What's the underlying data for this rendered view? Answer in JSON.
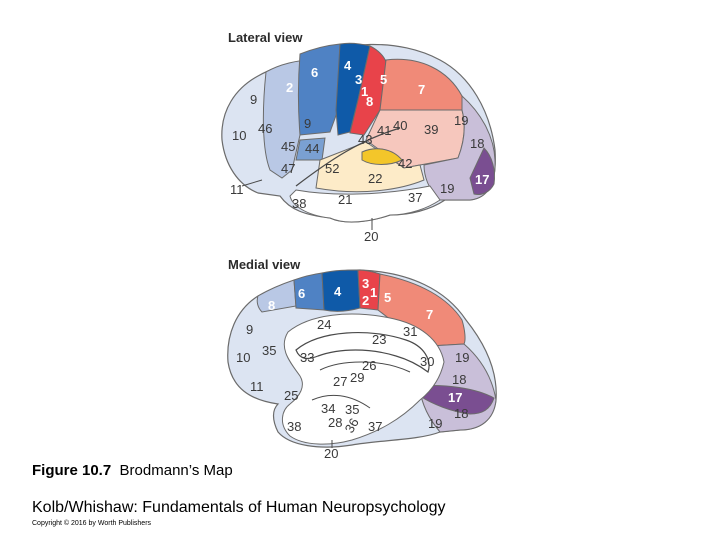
{
  "lateral": {
    "title": "Lateral view",
    "areas": [
      "4",
      "6",
      "3",
      "5",
      "1",
      "2",
      "8",
      "7",
      "9",
      "9",
      "40",
      "43",
      "41",
      "39",
      "19",
      "46",
      "10",
      "45",
      "44",
      "18",
      "42",
      "47",
      "52",
      "22",
      "17",
      "11",
      "21",
      "37",
      "38",
      "19",
      "20"
    ]
  },
  "medial": {
    "title": "Medial view",
    "areas": [
      "3",
      "6",
      "4",
      "1",
      "8",
      "2",
      "5",
      "24",
      "7",
      "31",
      "23",
      "9",
      "10",
      "35",
      "33",
      "26",
      "30",
      "19",
      "29",
      "27",
      "18",
      "11",
      "17",
      "25",
      "34",
      "35",
      "28",
      "38",
      "37",
      "19",
      "18",
      "36",
      "20"
    ]
  },
  "caption": {
    "figure": "Figure 10.7",
    "title": "Brodmann’s Map"
  },
  "source": "Kolb/Whishaw: Fundamentals of Human Neuropsychology",
  "copyright": "Copyright © 2016 by Worth Publishers",
  "colors": {
    "frontal_pale": "#dce4f2",
    "frontal_mid": "#b9c8e5",
    "premotor": "#4f82c4",
    "motor": "#0f5aa8",
    "somatosensory": "#e8434a",
    "parietal": "#f08a78",
    "parietal_pale": "#f6c7bd",
    "temporal": "#fdebc8",
    "auditory": "#f3c62a",
    "occipital": "#c9bfd9",
    "visual": "#7a4e91"
  }
}
